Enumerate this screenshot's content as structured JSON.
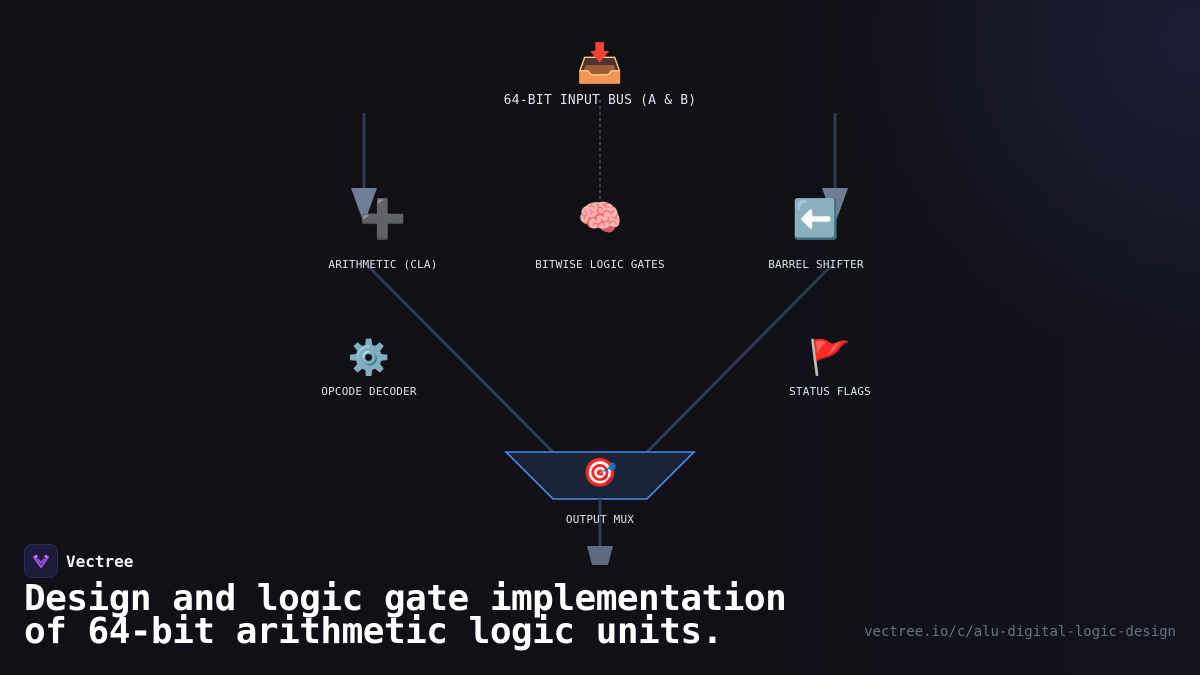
{
  "diagram": {
    "nodes": {
      "input_bus": {
        "icon": "📥",
        "icon_name": "inbox-tray-icon",
        "label": "64-BIT INPUT BUS (A & B)"
      },
      "arithmetic": {
        "icon": "➕",
        "icon_name": "plus-icon",
        "label": "ARITHMETIC (CLA)"
      },
      "logic": {
        "icon": "🧠",
        "icon_name": "brain-icon",
        "label": "BITWISE LOGIC GATES"
      },
      "shifter": {
        "icon": "⬅️",
        "icon_name": "left-arrow-icon",
        "label": "BARREL SHIFTER"
      },
      "decoder": {
        "icon": "⚙️",
        "icon_name": "gear-icon",
        "label": "OPCODE DECODER"
      },
      "flags": {
        "icon": "🚩",
        "icon_name": "red-flag-icon",
        "label": "STATUS FLAGS"
      },
      "output_mux": {
        "icon": "🎯",
        "icon_name": "target-icon",
        "label": "OUTPUT MUX"
      }
    },
    "colors": {
      "wire": "#2e3a4e",
      "arrow": "#6f7d95",
      "mux_fill": "#1b2436",
      "mux_stroke": "#4a86e8"
    }
  },
  "footer": {
    "brand_name": "Vectree",
    "brand_icon_name": "vectree-logo-icon",
    "headline": "Design and logic gate implementation of 64-bit arithmetic logic units.",
    "url": "vectree.io/c/alu-digital-logic-design"
  }
}
